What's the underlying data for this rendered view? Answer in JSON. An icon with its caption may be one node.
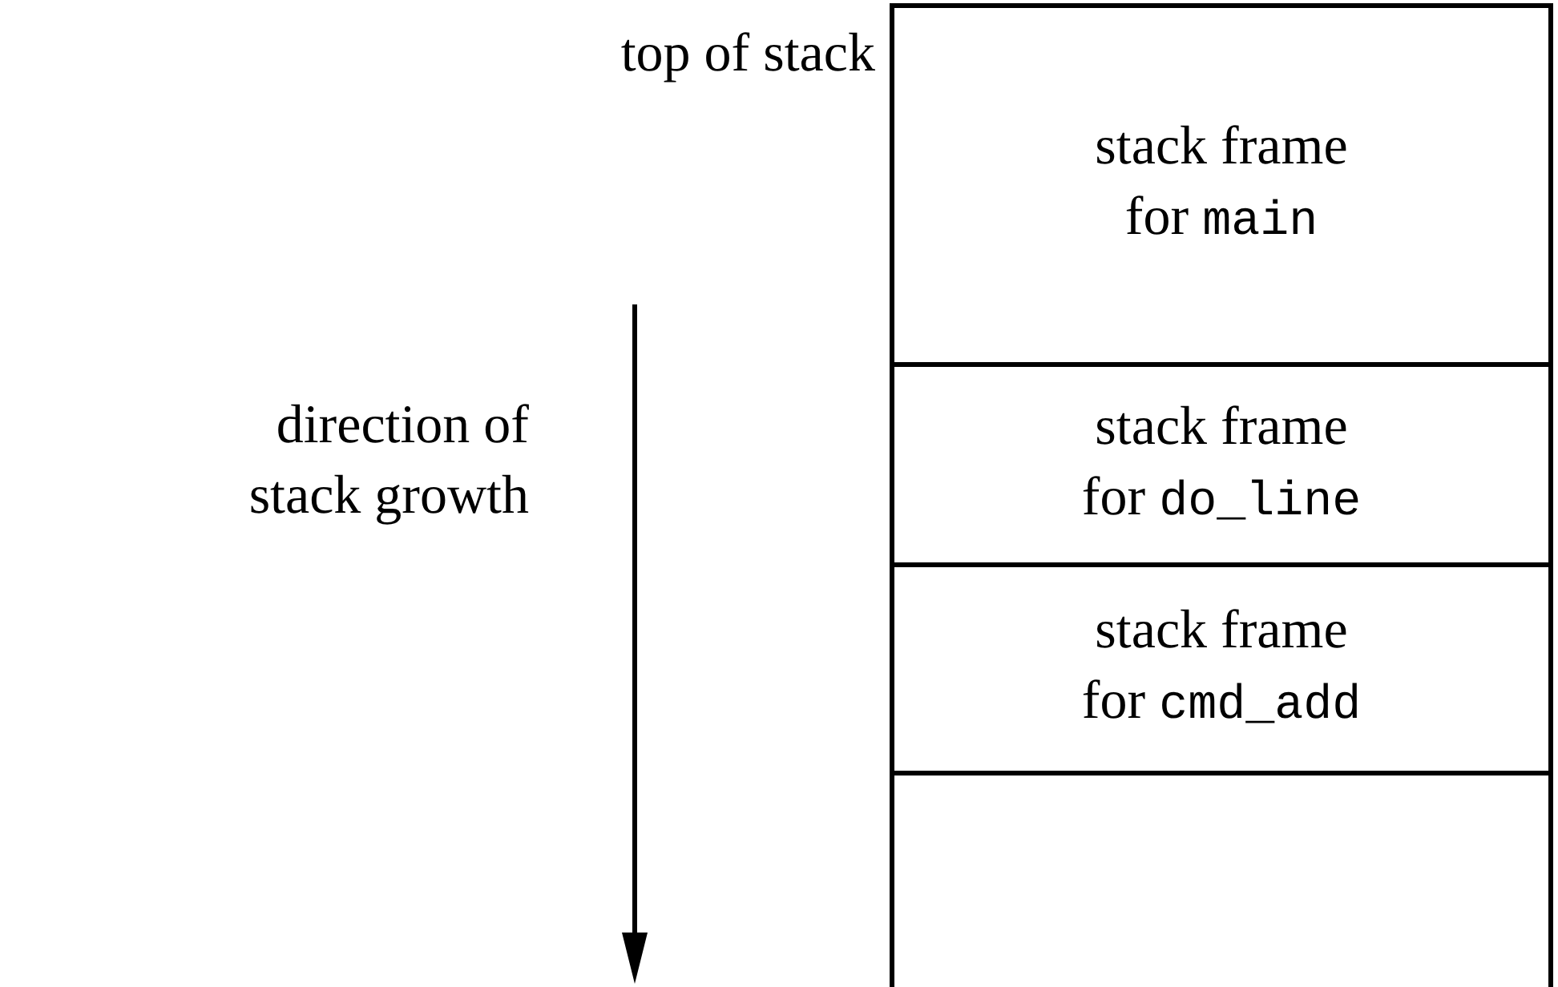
{
  "diagram": {
    "nodes": [
      {
        "text": [
          "stack frame",
          "for main"
        ]
      },
      {
        "text": [
          "stack frame",
          "for do_line"
        ]
      },
      {
        "text": [
          "stack frame",
          "for cmd_add"
        ]
      },
      {
        "text": [],
        "shape": "box"
      }
    ],
    "labels": [
      "top of stack",
      "direction of stack growth"
    ]
  }
}
